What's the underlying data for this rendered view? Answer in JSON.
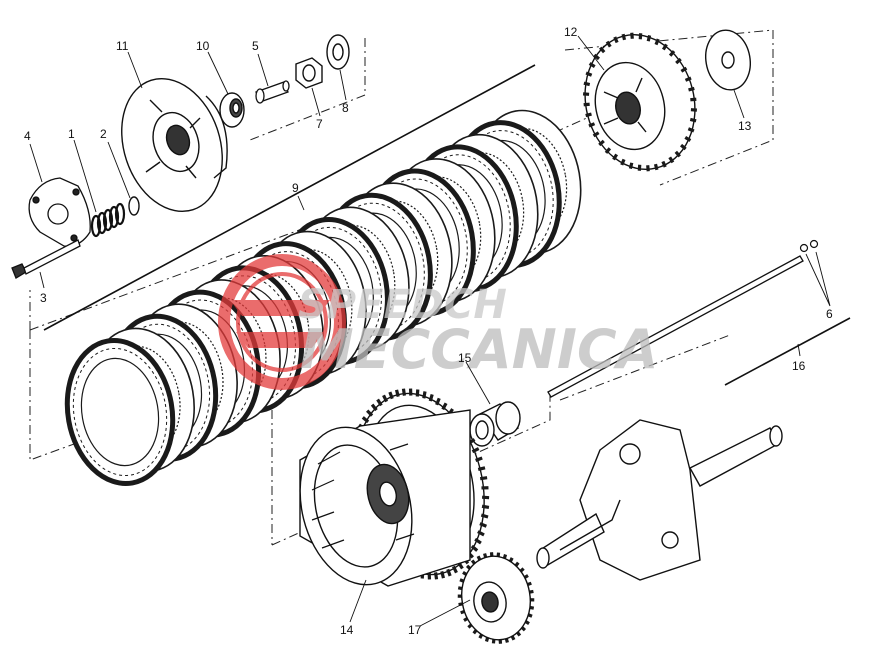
{
  "diagram": {
    "callouts": [
      "1",
      "2",
      "3",
      "4",
      "5",
      "6",
      "7",
      "8",
      "9",
      "10",
      "11",
      "12",
      "13",
      "14",
      "15",
      "16",
      "17"
    ],
    "watermark": {
      "line1": "SPEEDCH",
      "line2": "MECCANICA",
      "logo_color": "#e33b3b",
      "text_color": "#bdbdbd"
    },
    "line_color": "#1a1a1a"
  }
}
